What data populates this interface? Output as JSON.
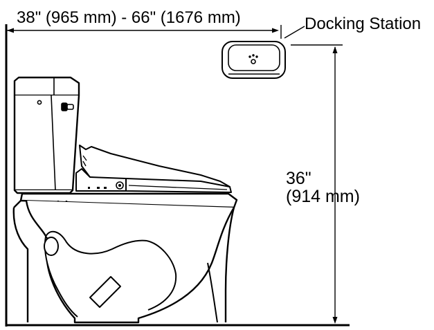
{
  "dimensions": {
    "width_range": "38\" (965 mm) - 66\" (1676 mm)",
    "height_imperial": "36\"",
    "height_metric": "(914 mm)"
  },
  "labels": {
    "docking_station": "Docking Station"
  },
  "colors": {
    "ink": "#000000",
    "paper": "#ffffff"
  }
}
